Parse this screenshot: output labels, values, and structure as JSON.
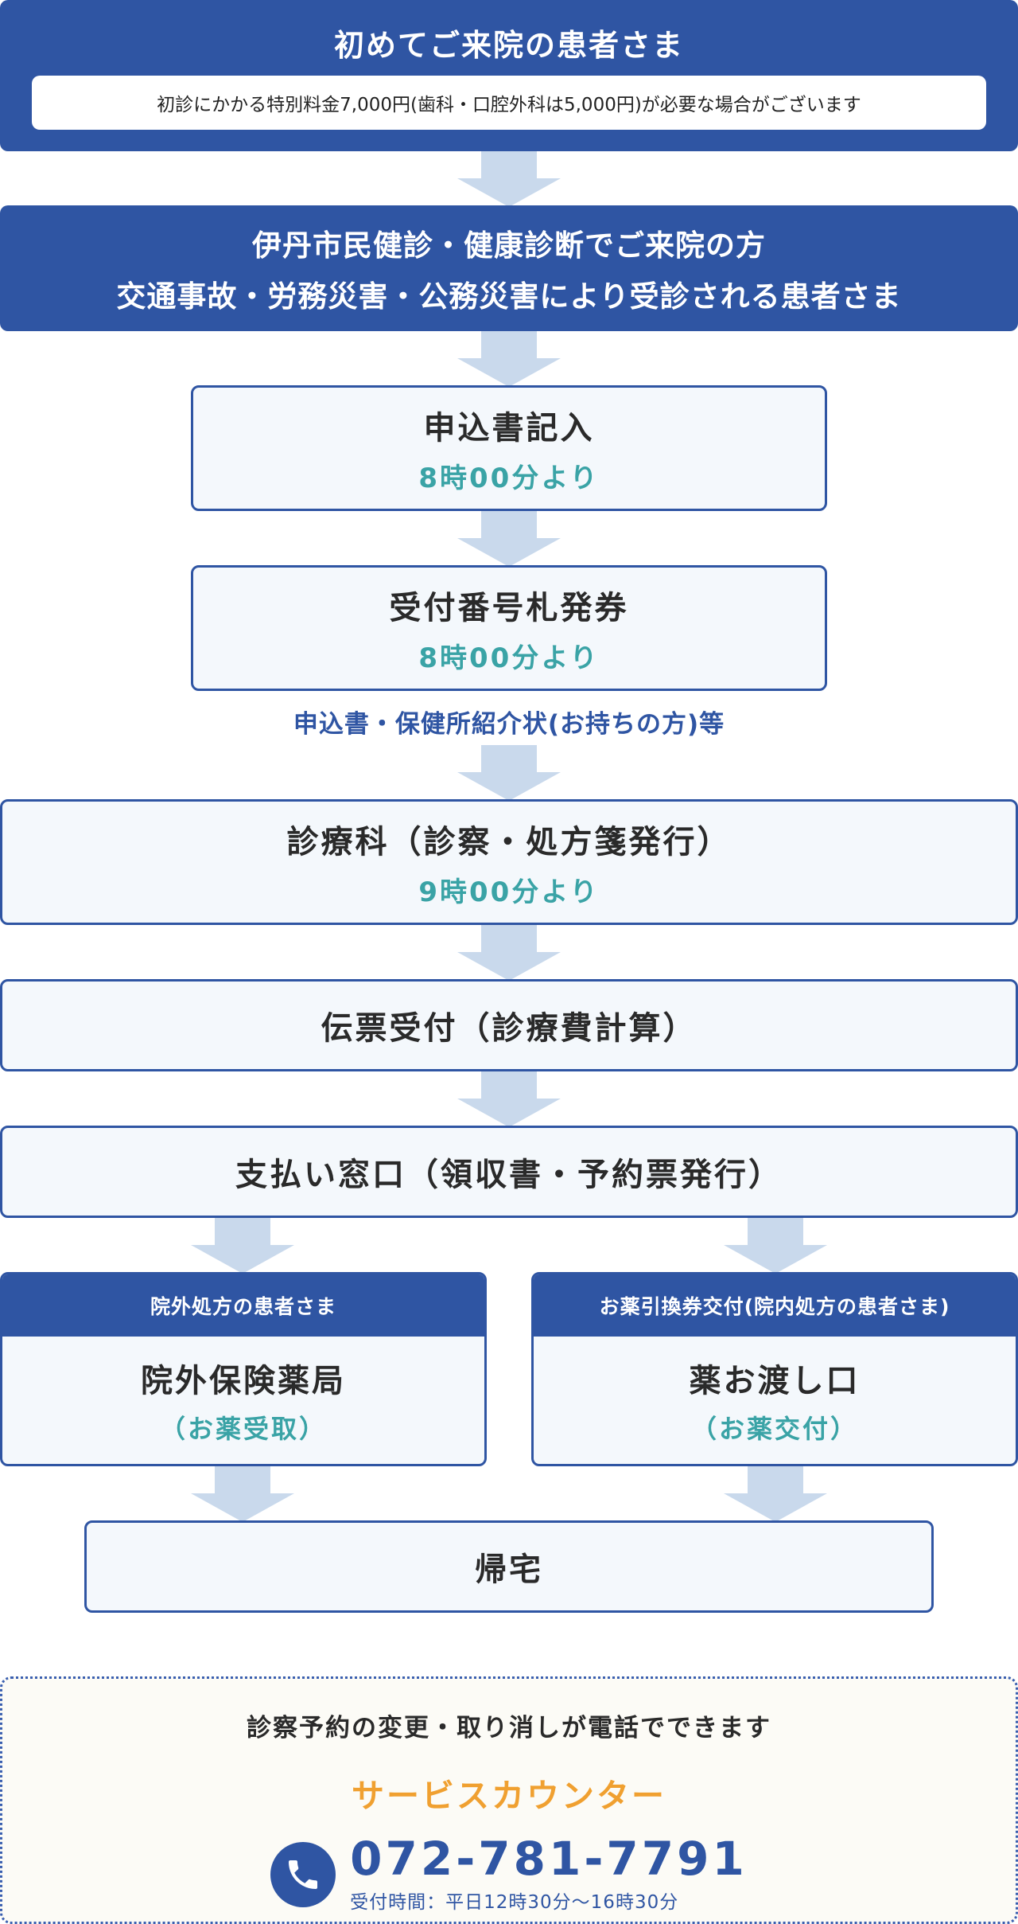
{
  "first_visit": {
    "title": "初めてご来院の患者さま",
    "notice": "初診にかかる特別料金7,000円(歯科・口腔外科は5,000円)が必要な場合がございます"
  },
  "checkup": {
    "line1": "伊丹市民健診・健康診断でご来院の方",
    "line2": "交通事故・労務災害・公務災害により受診される患者さま"
  },
  "steps": {
    "application": {
      "title": "申込書記入",
      "time": "8時00分より"
    },
    "ticket": {
      "title": "受付番号札発券",
      "time": "8時00分より"
    },
    "ticket_note": "申込書・保健所紹介状(お持ちの方)等",
    "consultation": {
      "title": "診療科（診察・処方箋発行）",
      "time": "9時00分より"
    },
    "billing": {
      "title": "伝票受付（診療費計算）"
    },
    "payment": {
      "title": "支払い窓口（領収書・予約票発行）"
    }
  },
  "branches": {
    "outside": {
      "header": "院外処方の患者さま",
      "title": "院外保険薬局",
      "sub": "（お薬受取）"
    },
    "inside": {
      "header": "お薬引換券交付(院内処方の患者さま)",
      "title": "薬お渡し口",
      "sub": "（お薬交付）"
    }
  },
  "home": {
    "title": "帰宅"
  },
  "service": {
    "lead": "診察予約の変更・取り消しが電話でできます",
    "name": "サービスカウンター",
    "phone": "072-781-7791",
    "hours": "受付時間：平日12時30分～16時30分"
  },
  "colors": {
    "primary": "#2f55a3",
    "time": "#3aa3a6",
    "arrow": "#c9d9ec",
    "service_name": "#f0a030"
  },
  "icons": {
    "phone": "phone-icon",
    "arrow": "arrow-down-icon"
  }
}
